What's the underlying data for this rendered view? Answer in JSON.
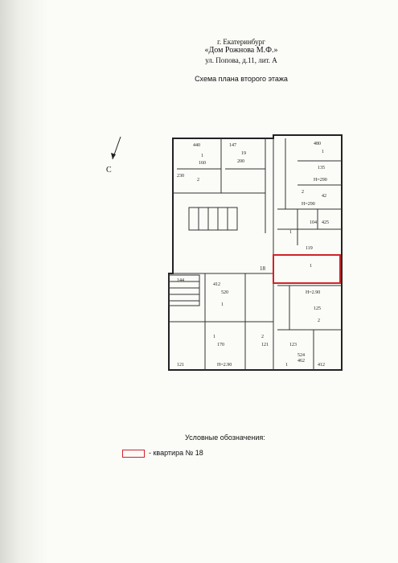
{
  "header": {
    "city": "г. Екатеринбург",
    "building": "«Дом Рожнова М.Ф.»",
    "address": "ул. Попова, д.11, лит. А",
    "scheme_title": "Схема плана второго этажа"
  },
  "compass": {
    "label": "С"
  },
  "plan": {
    "apartment_number": "18",
    "labels": [
      "440",
      "1",
      "160",
      "230",
      "2",
      "147",
      "19",
      "200",
      "480",
      "1",
      "135",
      "H=290",
      "2",
      "42",
      "H=290",
      "1",
      "104",
      "425",
      "119",
      "1",
      "144",
      "H=2.90",
      "412",
      "520",
      "1",
      "125",
      "2",
      "123",
      "524",
      "1",
      "170",
      "2",
      "121",
      "1",
      "121",
      "H=2.90",
      "412",
      "462"
    ]
  },
  "legend": {
    "title": "Условные обозначения:",
    "item": "- квартира № 18",
    "item_color": "#d2232a"
  }
}
